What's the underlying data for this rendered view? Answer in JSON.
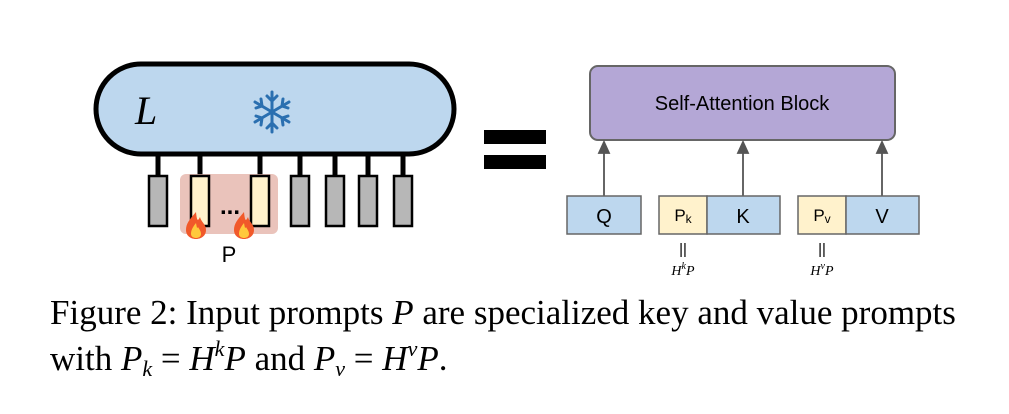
{
  "figure": {
    "left": {
      "model_label": "L",
      "frozen_icon": "snowflake-icon",
      "trainable_icon": "fire-icon",
      "ellipsis": "...",
      "prompt_label": "P"
    },
    "right": {
      "block_label": "Self-Attention Block",
      "q_label": "Q",
      "k_label": "K",
      "v_label": "V",
      "pk_label": "P",
      "pk_sub": "k",
      "pv_label": "P",
      "pv_sub": "v",
      "pk_eq": "||",
      "pv_eq": "||",
      "hk_base": "H",
      "hk_sup": "k",
      "hk_tail": "P",
      "hv_base": "H",
      "hv_sup": "v",
      "hv_tail": "P"
    },
    "colors": {
      "model_fill": "#bdd7ee",
      "attention_fill": "#b4a7d6",
      "qkv_fill": "#bdd7ee",
      "prompt_fill": "#fff2cc",
      "prompt_group_fill": "#e6b8af",
      "frozen_token_fill": "#b7b7b7",
      "snowflake": "#2a6fb0"
    }
  },
  "caption": {
    "prefix": "Figure 2: Input prompts ",
    "P": "P",
    "mid1": " are specialized key and value prompts with ",
    "Pk_base": "P",
    "Pk_sub": "k",
    "eq1": " = ",
    "Hk_base": "H",
    "Hk_sup": "k",
    "Hk_tail": "P",
    "and": " and ",
    "Pv_base": "P",
    "Pv_sub": "v",
    "eq2": " = ",
    "Hv_base": "H",
    "Hv_sup": "v",
    "Hv_tail": "P",
    "end": "."
  }
}
